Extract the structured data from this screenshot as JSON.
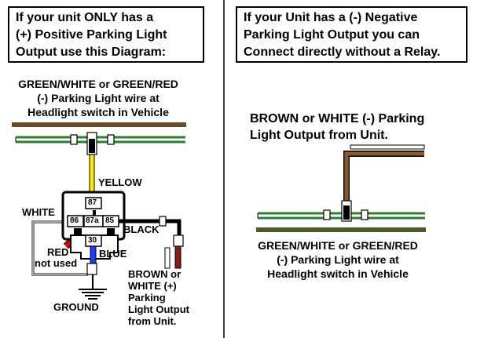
{
  "left_panel": {
    "heading": [
      "If your unit ONLY has a",
      "(+) Positive Parking Light",
      "Output use this Diagram:"
    ],
    "vehicle_wire_label": [
      "GREEN/WHITE or GREEN/RED",
      "(-) Parking Light wire at",
      "Headlight switch in Vehicle"
    ],
    "yellow_label": "YELLOW",
    "white_label": "WHITE",
    "black_label": "BLACK",
    "blue_label": "BLUE",
    "red_label": [
      "RED",
      "not used"
    ],
    "ground_label": "GROUND",
    "unit_output_label": [
      "BROWN or",
      "WHITE (+)",
      "Parking",
      "Light Output",
      "from Unit."
    ],
    "relay": {
      "pin_87": "87",
      "pin_87a": "87a",
      "pin_86": "86",
      "pin_85": "85",
      "pin_30": "30"
    }
  },
  "right_panel": {
    "heading": [
      "If your Unit has a (-) Negative",
      "Parking Light Output you can",
      "Connect directly without a Relay."
    ],
    "unit_output_label": [
      "BROWN or WHITE (-) Parking",
      "Light Output from Unit."
    ],
    "vehicle_wire_label": [
      "GREEN/WHITE or GREEN/RED",
      "(-) Parking Light wire at",
      "Headlight switch in Vehicle"
    ]
  },
  "colors": {
    "wire_green": "#2e7d32",
    "wire_brown": "#8b5a2b",
    "wire_yellow": "#ffea00",
    "wire_blue": "#1a3cff",
    "wire_red": "#e00000",
    "wire_black": "#000000"
  }
}
